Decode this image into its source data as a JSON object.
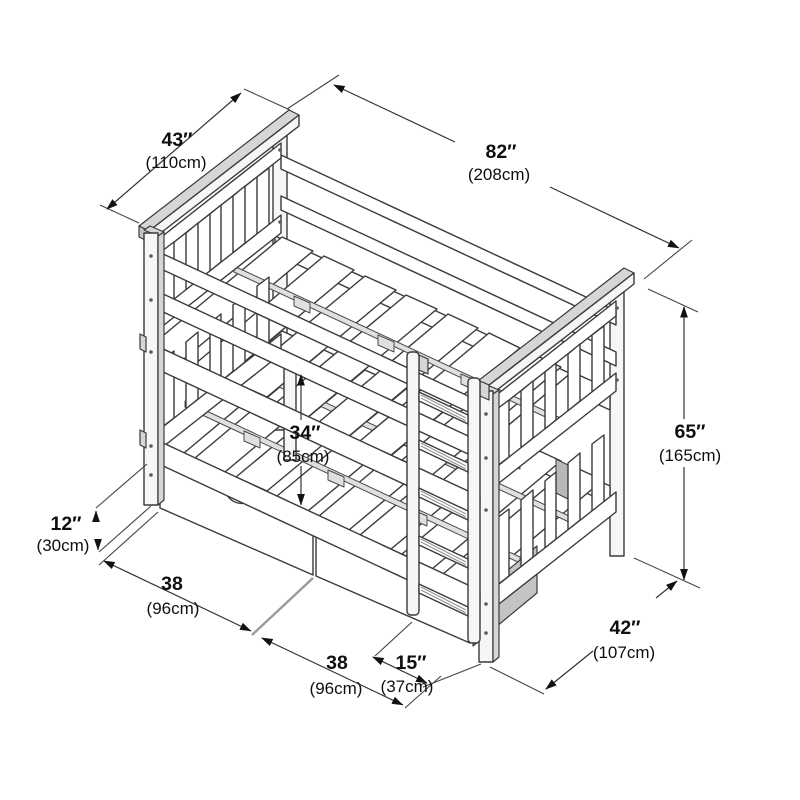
{
  "dimensions": {
    "bed_width": {
      "inches": "43″",
      "cm": "(110cm)"
    },
    "bed_length": {
      "inches": "82″",
      "cm": "(208cm)"
    },
    "bed_height": {
      "inches": "65″",
      "cm": "(165cm)"
    },
    "bunk_clearance": {
      "inches": "34″",
      "cm": "(85cm)"
    },
    "drawer_height": {
      "inches": "12″",
      "cm": "(30cm)"
    },
    "drawer_1_width": {
      "inches": "38",
      "cm": "(96cm)"
    },
    "drawer_2_width": {
      "inches": "38",
      "cm": "(96cm)"
    },
    "ladder_section": {
      "inches": "15″",
      "cm": "(37cm)"
    },
    "footprint_depth": {
      "inches": "42″",
      "cm": "(107cm)"
    }
  }
}
